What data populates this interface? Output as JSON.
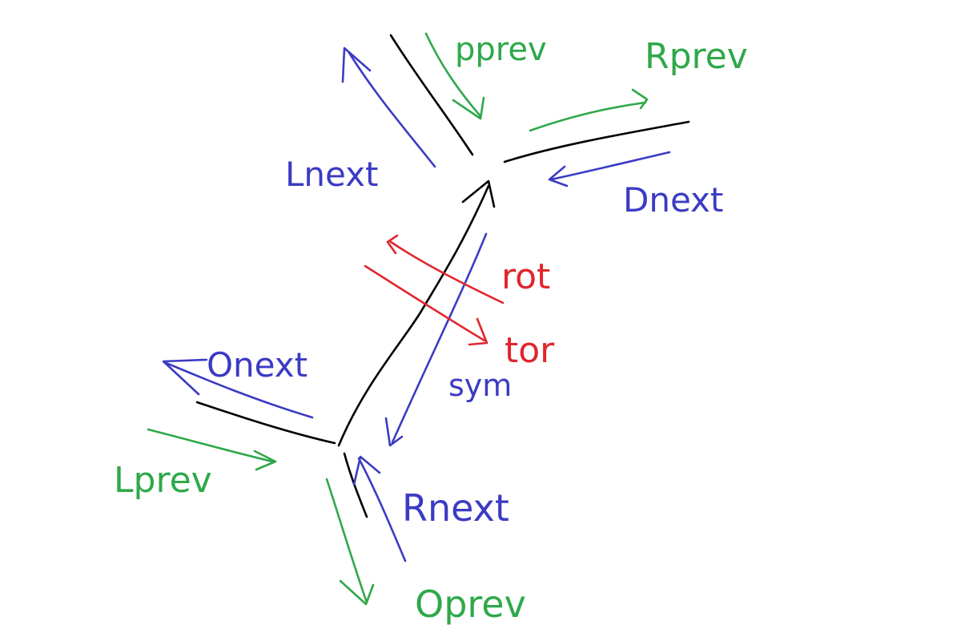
{
  "colors": {
    "edge": "#000000",
    "next": "#3b3bc4",
    "prev": "#2fa84a",
    "rot": "#e0262e"
  },
  "labels": {
    "dprev": "pprev",
    "rprev": "Rprev",
    "lnext": "Lnext",
    "dnext": "Dnext",
    "rot": "rot",
    "tor": "tor",
    "sym": "sym",
    "onext": "Onext",
    "lprev": "Lprev",
    "rnext": "Rnext",
    "oprev": "Oprev"
  }
}
